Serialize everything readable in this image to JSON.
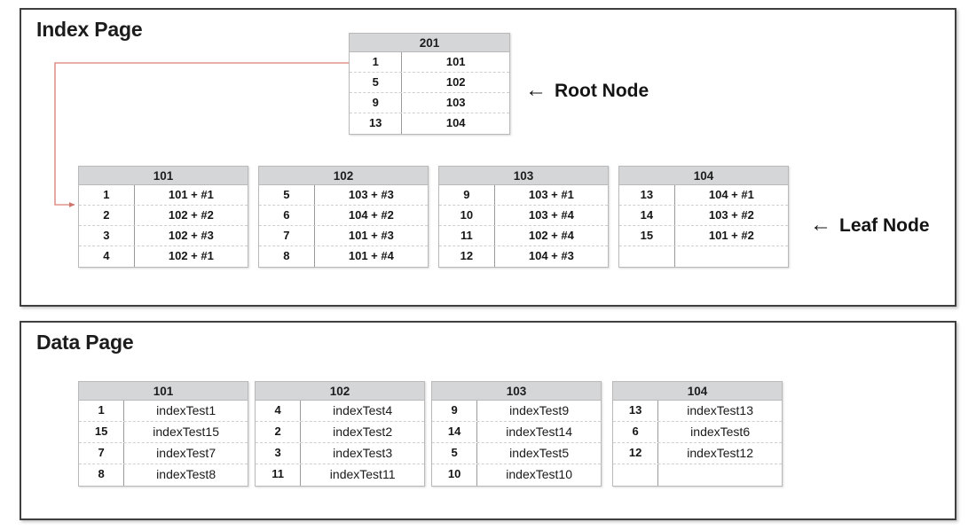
{
  "colors": {
    "panel_border": "#3f3f3f",
    "table_header_bg": "#d5d6d7",
    "table_border": "#b9b9b9",
    "connector": "#e0897f",
    "text": "#161616",
    "background": "#ffffff"
  },
  "index_page": {
    "title": "Index Page",
    "annotations": {
      "root_arrow": "←",
      "root_label": "Root Node",
      "leaf_arrow": "←",
      "leaf_label": "Leaf Node"
    },
    "root_node": {
      "header": "201",
      "rows": [
        {
          "key": "1",
          "value": "101"
        },
        {
          "key": "5",
          "value": "102"
        },
        {
          "key": "9",
          "value": "103"
        },
        {
          "key": "13",
          "value": "104"
        }
      ]
    },
    "leaf_nodes": [
      {
        "header": "101",
        "rows": [
          {
            "key": "1",
            "value": "101 + #1"
          },
          {
            "key": "2",
            "value": "102 + #2"
          },
          {
            "key": "3",
            "value": "102 + #3"
          },
          {
            "key": "4",
            "value": "102 + #1"
          }
        ]
      },
      {
        "header": "102",
        "rows": [
          {
            "key": "5",
            "value": "103 + #3"
          },
          {
            "key": "6",
            "value": "104 + #2"
          },
          {
            "key": "7",
            "value": "101 + #3"
          },
          {
            "key": "8",
            "value": "101 + #4"
          }
        ]
      },
      {
        "header": "103",
        "rows": [
          {
            "key": "9",
            "value": "103 + #1"
          },
          {
            "key": "10",
            "value": "103 + #4"
          },
          {
            "key": "11",
            "value": "102 + #4"
          },
          {
            "key": "12",
            "value": "104 + #3"
          }
        ]
      },
      {
        "header": "104",
        "rows": [
          {
            "key": "13",
            "value": "104 + #1"
          },
          {
            "key": "14",
            "value": "103 + #2"
          },
          {
            "key": "15",
            "value": "101 + #2"
          },
          {
            "key": "",
            "value": ""
          }
        ]
      }
    ]
  },
  "data_page": {
    "title": "Data Page",
    "tables": [
      {
        "header": "101",
        "rows": [
          {
            "key": "1",
            "value": "indexTest1"
          },
          {
            "key": "15",
            "value": "indexTest15"
          },
          {
            "key": "7",
            "value": "indexTest7"
          },
          {
            "key": "8",
            "value": "indexTest8"
          }
        ]
      },
      {
        "header": "102",
        "rows": [
          {
            "key": "4",
            "value": "indexTest4"
          },
          {
            "key": "2",
            "value": "indexTest2"
          },
          {
            "key": "3",
            "value": "indexTest3"
          },
          {
            "key": "11",
            "value": "indexTest11"
          }
        ]
      },
      {
        "header": "103",
        "rows": [
          {
            "key": "9",
            "value": "indexTest9"
          },
          {
            "key": "14",
            "value": "indexTest14"
          },
          {
            "key": "5",
            "value": "indexTest5"
          },
          {
            "key": "10",
            "value": "indexTest10"
          }
        ]
      },
      {
        "header": "104",
        "rows": [
          {
            "key": "13",
            "value": "indexTest13"
          },
          {
            "key": "6",
            "value": "indexTest6"
          },
          {
            "key": "12",
            "value": "indexTest12"
          },
          {
            "key": "",
            "value": ""
          }
        ]
      }
    ]
  }
}
